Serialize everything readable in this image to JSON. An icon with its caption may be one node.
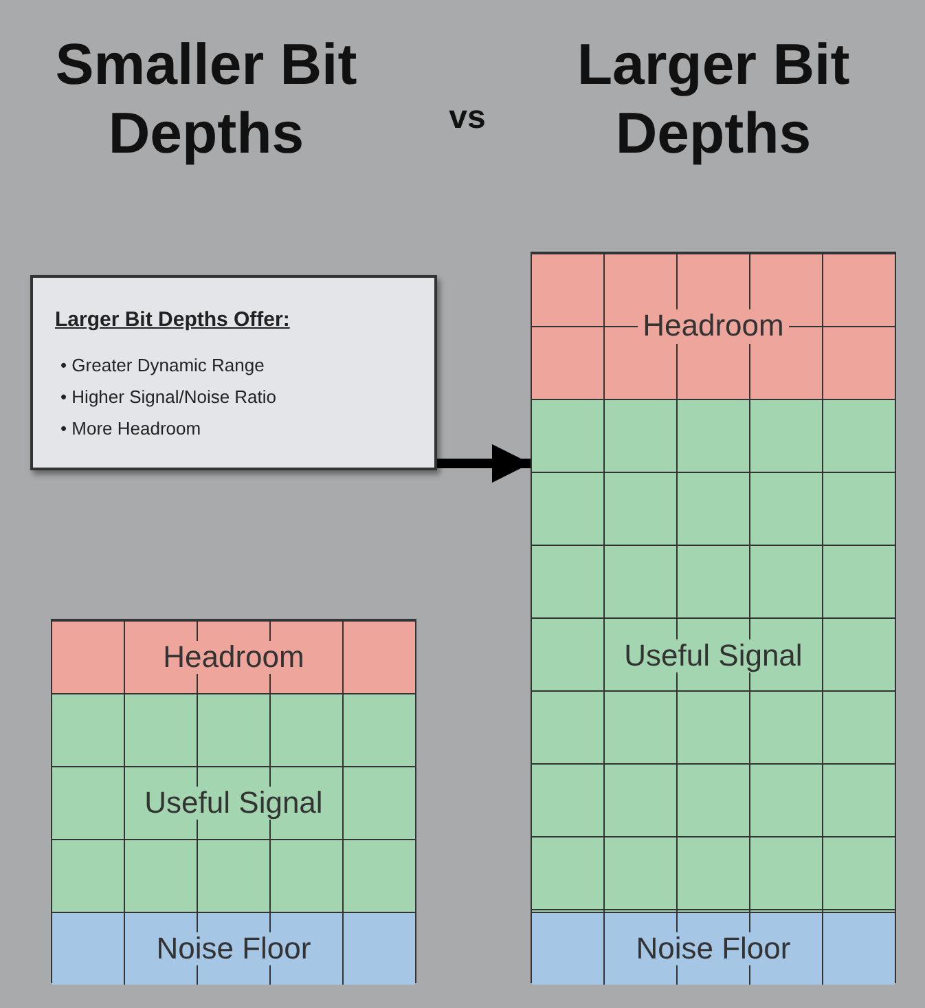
{
  "diagram": {
    "nodes": [
      {
        "text": [
          "Larger Bit Depths Offer:",
          "• Greater Dynamic Range",
          "• Higher Signal/Noise Ratio",
          "• More Headroom"
        ]
      },
      {
        "text": [],
        "shape": "box"
      },
      {
        "text": [
          "Headroom"
        ],
        "in": 1
      },
      {
        "text": [
          "Useful Signal"
        ],
        "in": 1
      },
      {
        "text": [
          "Noise Floor"
        ],
        "in": 1
      },
      {
        "text": [],
        "shape": "box"
      },
      {
        "text": [
          "Headroom"
        ],
        "in": 5
      },
      {
        "text": [
          "Useful Signal"
        ],
        "in": 5
      },
      {
        "text": [
          "Noise Floor"
        ],
        "in": 5
      }
    ],
    "edges": [
      {
        "from": 0,
        "to": 5,
        "arrow": "to"
      }
    ],
    "labels": [
      "Smaller Bit Depths",
      "vs",
      "Larger Bit Depths"
    ]
  }
}
